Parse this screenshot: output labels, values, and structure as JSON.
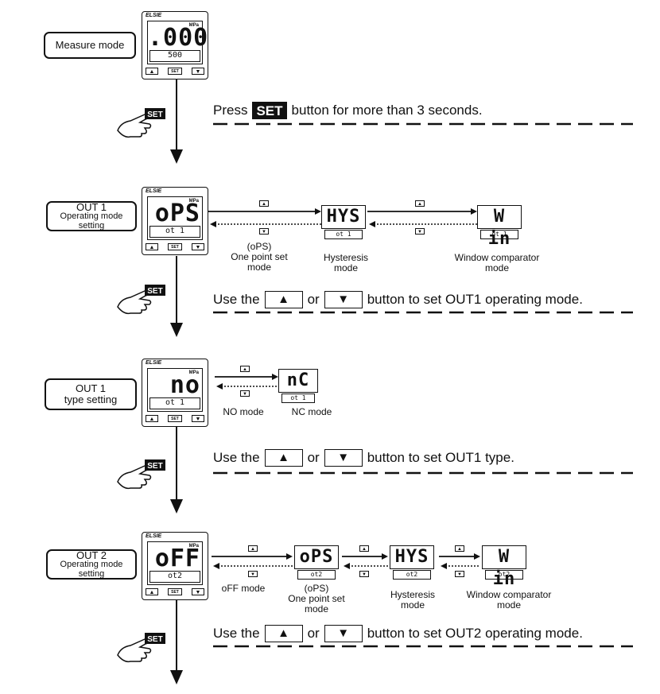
{
  "steps": [
    {
      "mode_label": [
        "Measure mode"
      ],
      "device": {
        "brand": "ELSIE",
        "unit": "MPa",
        "main": ".000",
        "sub": "500"
      },
      "instruction": {
        "prefix": "Press",
        "key": "SET",
        "suffix": "button for more than 3 seconds."
      }
    },
    {
      "mode_label": [
        "OUT 1",
        "Operating mode setting"
      ],
      "device": {
        "brand": "ELSIE",
        "unit": "MPa",
        "main": "oPS",
        "sub": "ot 1"
      },
      "options": [
        {
          "display": "HYS",
          "sub": "ot 1"
        },
        {
          "display": "W in",
          "sub": "ot 1"
        }
      ],
      "captions": [
        {
          "lines": [
            "(oPS)",
            "One point set",
            "mode"
          ]
        },
        {
          "lines": [
            "Hysteresis",
            "mode"
          ]
        },
        {
          "lines": [
            "Window comparator",
            "mode"
          ]
        }
      ],
      "instruction": {
        "prefix": "Use the",
        "key_up": "▲",
        "or": "or",
        "key_down": "▼",
        "suffix": "button to set OUT1 operating mode."
      }
    },
    {
      "mode_label": [
        "OUT 1",
        "type setting"
      ],
      "device": {
        "brand": "ELSIE",
        "unit": "MPa",
        "main": "no",
        "sub": "ot 1"
      },
      "options": [
        {
          "display": "nC",
          "sub": "ot 1"
        }
      ],
      "captions": [
        {
          "lines": [
            "NO mode"
          ]
        },
        {
          "lines": [
            "NC mode"
          ]
        }
      ],
      "instruction": {
        "prefix": "Use the",
        "key_up": "▲",
        "or": "or",
        "key_down": "▼",
        "suffix": "button to set OUT1 type."
      }
    },
    {
      "mode_label": [
        "OUT 2",
        "Operating mode setting"
      ],
      "device": {
        "brand": "ELSIE",
        "unit": "MPa",
        "main": "oFF",
        "sub": "ot2"
      },
      "options": [
        {
          "display": "oPS",
          "sub": "ot2"
        },
        {
          "display": "HYS",
          "sub": "ot2"
        },
        {
          "display": "W in",
          "sub": "ot2"
        }
      ],
      "captions": [
        {
          "lines": [
            "oFF mode"
          ]
        },
        {
          "lines": [
            "(oPS)",
            "One point set",
            "mode"
          ]
        },
        {
          "lines": [
            "Hysteresis",
            "mode"
          ]
        },
        {
          "lines": [
            "Window comparator",
            "mode"
          ]
        }
      ],
      "instruction": {
        "prefix": "Use the",
        "key_up": "▲",
        "or": "or",
        "key_down": "▼",
        "suffix": "button to set OUT2 operating mode."
      }
    }
  ],
  "device_buttons": {
    "up": "▲",
    "set": "SET",
    "down": "▼"
  },
  "hand_key": "SET",
  "icons": {
    "hand": "pointing-hand-icon",
    "up": "up-arrow-key-icon",
    "down": "down-arrow-key-icon"
  }
}
